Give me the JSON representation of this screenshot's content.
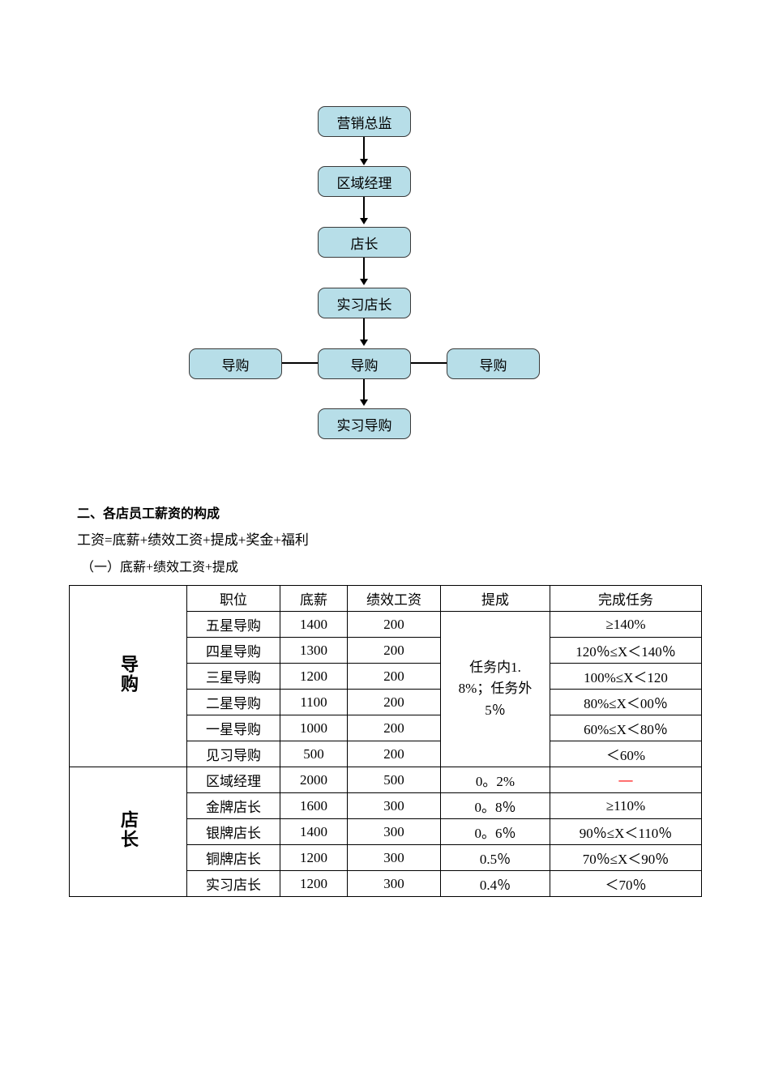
{
  "org_chart": {
    "nodes": {
      "director": "营销总监",
      "regional_manager": "区域经理",
      "store_manager": "店长",
      "intern_store_manager": "实习店长",
      "guide_left": "导购",
      "guide_center": "导购",
      "guide_right": "导购",
      "intern_guide": "实习导购"
    },
    "colors": {
      "box_fill": "#b7dee8",
      "box_border": "#3a3a3a",
      "connector": "#000000"
    }
  },
  "section": {
    "heading": "二、各店员工薪资的构成",
    "formula": "工资=底薪+绩效工资+提成+奖金+福利",
    "subheading": "（一）底薪+绩效工资+提成"
  },
  "salary_table": {
    "headers": {
      "position": "职位",
      "base": "底薪",
      "performance": "绩效工资",
      "commission": "提成",
      "task": "完成任务"
    },
    "group1": {
      "label": "导购",
      "commission_note": "任务内1.8%；任务外5％",
      "rows": [
        {
          "position": "五星导购",
          "base": "1400",
          "performance": "200",
          "task": "≥140%"
        },
        {
          "position": "四星导购",
          "base": "1300",
          "performance": "200",
          "task": "120％≤X＜140％"
        },
        {
          "position": "三星导购",
          "base": "1200",
          "performance": "200",
          "task": "100%≤X＜120"
        },
        {
          "position": "二星导购",
          "base": "1100",
          "performance": "200",
          "task": "80%≤X＜00％"
        },
        {
          "position": "一星导购",
          "base": "1000",
          "performance": "200",
          "task": "60%≤X＜80％"
        },
        {
          "position": "见习导购",
          "base": "500",
          "performance": "200",
          "task": "＜60%"
        }
      ]
    },
    "group2": {
      "label": "店长",
      "rows": [
        {
          "position": "区域经理",
          "base": "2000",
          "performance": "500",
          "commission": "0。2%",
          "task": "—"
        },
        {
          "position": "金牌店长",
          "base": "1600",
          "performance": "300",
          "commission": "0。8％",
          "task": "≥110%"
        },
        {
          "position": "银牌店长",
          "base": "1400",
          "performance": "300",
          "commission": "0。6％",
          "task": "90％≤X＜110％"
        },
        {
          "position": "铜牌店长",
          "base": "1200",
          "performance": "300",
          "commission": "0.5％",
          "task": "70％≤X＜90％"
        },
        {
          "position": "实习店长",
          "base": "1200",
          "performance": "300",
          "commission": "0.4％",
          "task": "＜70％"
        }
      ]
    },
    "colors": {
      "table_border": "#000000",
      "dash_red": "#ff0000"
    }
  }
}
